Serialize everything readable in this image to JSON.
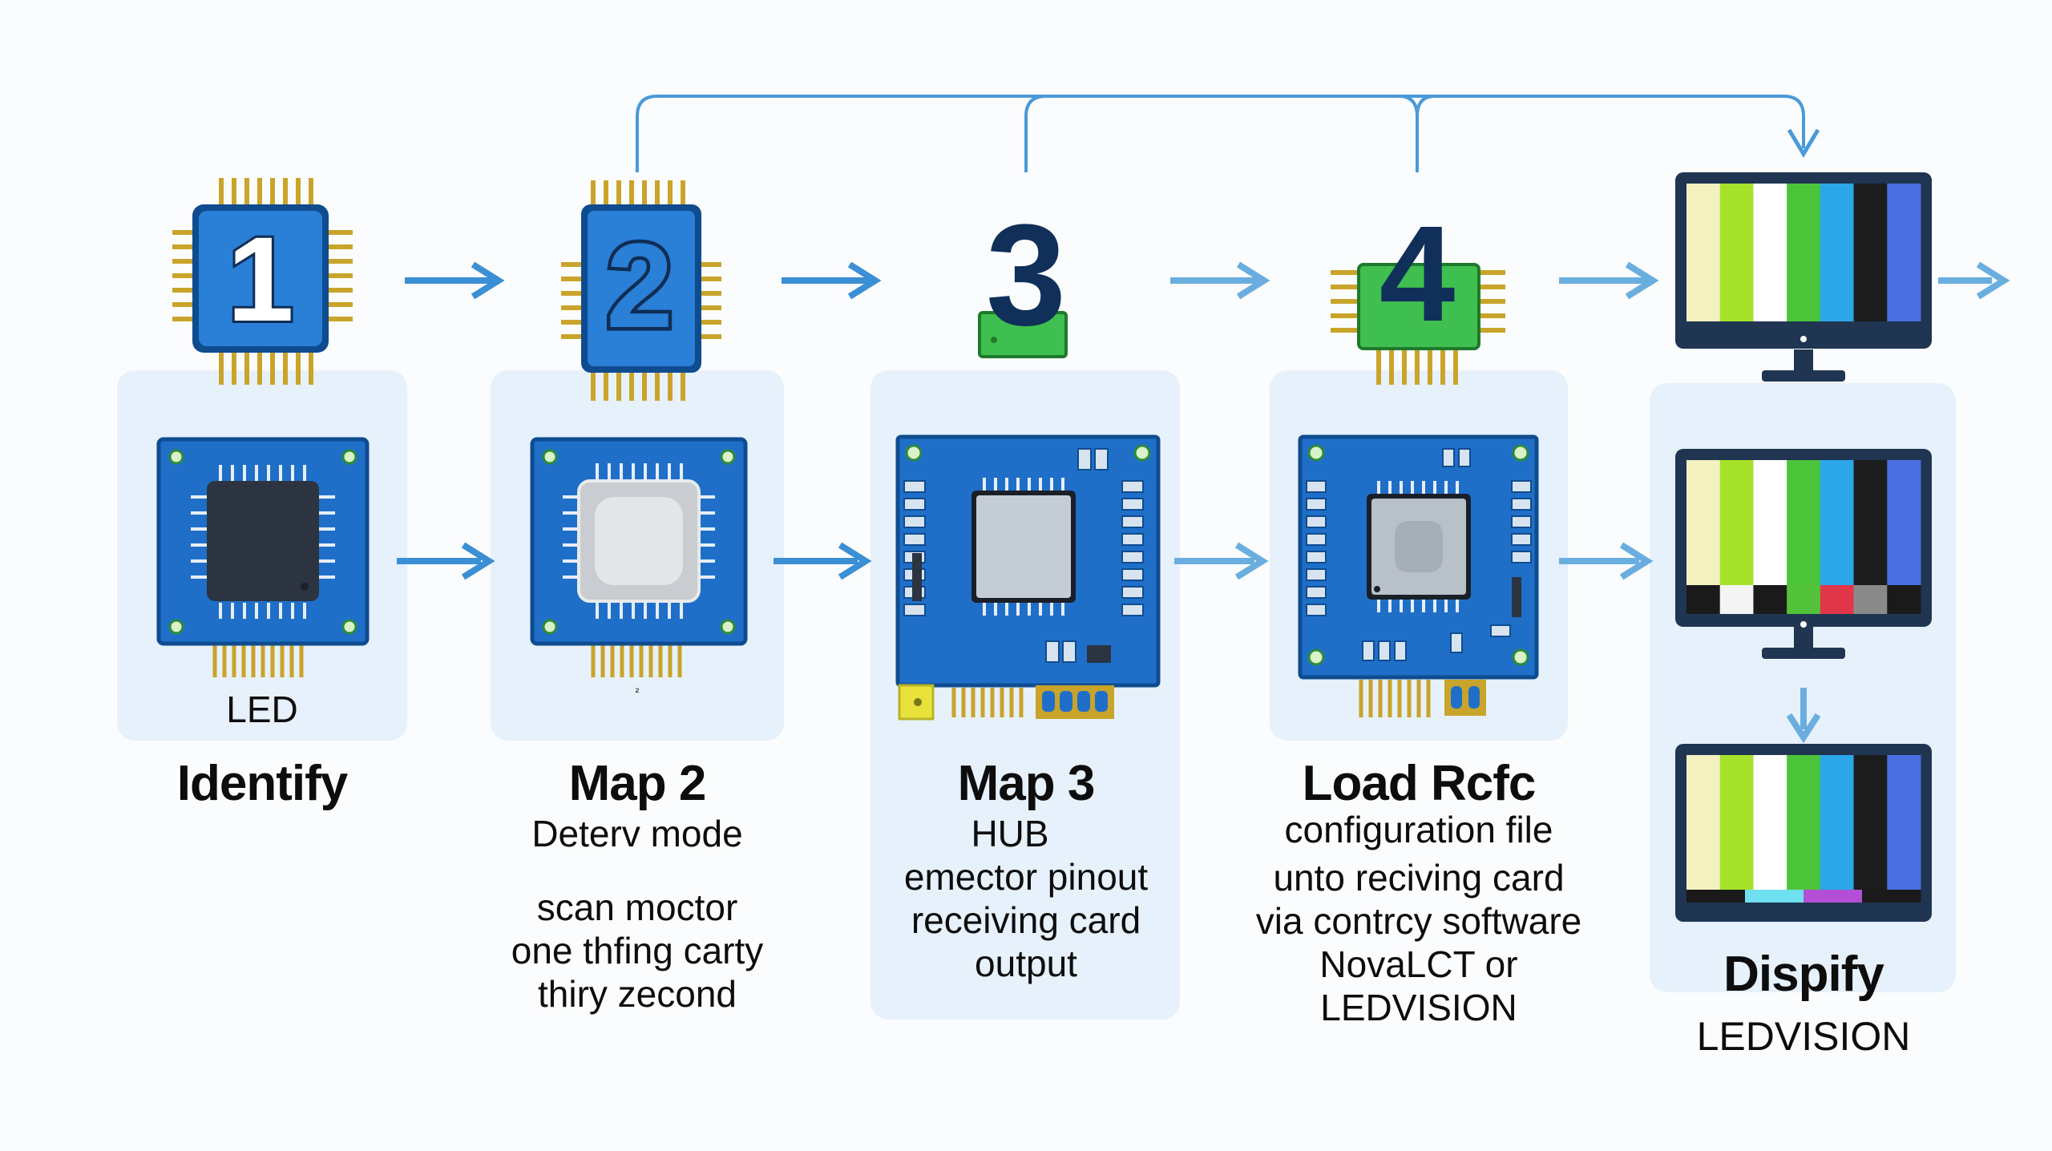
{
  "colors": {
    "panel": "#e6f1fb",
    "arrow": "#3b8fd4",
    "connector": "#4a9ad8",
    "pcb_blue": "#1f6fc9",
    "pcb_border": "#0f4c8f",
    "chip_blue": "#2a7fd6",
    "chip_green": "#3fbf4f",
    "gold": "#c9a42a",
    "navy": "#10305a",
    "monitor_frame": "#1f3552"
  },
  "steps": [
    {
      "number": "1",
      "badge_style": "blue-chip",
      "caption": "LED",
      "title": "Identify",
      "lines": []
    },
    {
      "number": "2",
      "badge_style": "blue-chip",
      "caption": "²",
      "title": "Map 2",
      "lines": [
        "Deterv mode",
        "",
        "scan moctor",
        "one thfing carty",
        "thiry zecond"
      ]
    },
    {
      "number": "3",
      "badge_style": "green-tab",
      "caption": "",
      "title": "Map 3",
      "lines": [
        "HUB",
        "emector pinout",
        "receiving card",
        "output"
      ]
    },
    {
      "number": "4",
      "badge_style": "green-chip",
      "caption": "",
      "title": "Load Rcfc",
      "lines": [
        "configuration file",
        "unto reciving card",
        "via contrcy software",
        "NovaLCT or",
        "LEDVISION"
      ]
    }
  ],
  "display": {
    "title": "Dispify",
    "subtitle": "LEDVISION"
  },
  "icons": [
    "chip-icon",
    "pcb-icon",
    "monitor-icon",
    "arrow-icon"
  ],
  "test_bars": [
    "#f4f1c0",
    "#a6e22a",
    "#ffffff",
    "#4cc43a",
    "#2ba6e8",
    "#1c1c1c",
    "#4a6fe0"
  ],
  "test_bars_bottom": [
    "#1a1a1a",
    "#f4f4f4",
    "#1a1a1a",
    "#52c23a",
    "#e0364a",
    "#8a8a8a",
    "#1a1a1a"
  ],
  "test_bars_strip": [
    "#1a1a1a",
    "#6fe0f0",
    "#b24fd6",
    "#1a1a1a"
  ]
}
